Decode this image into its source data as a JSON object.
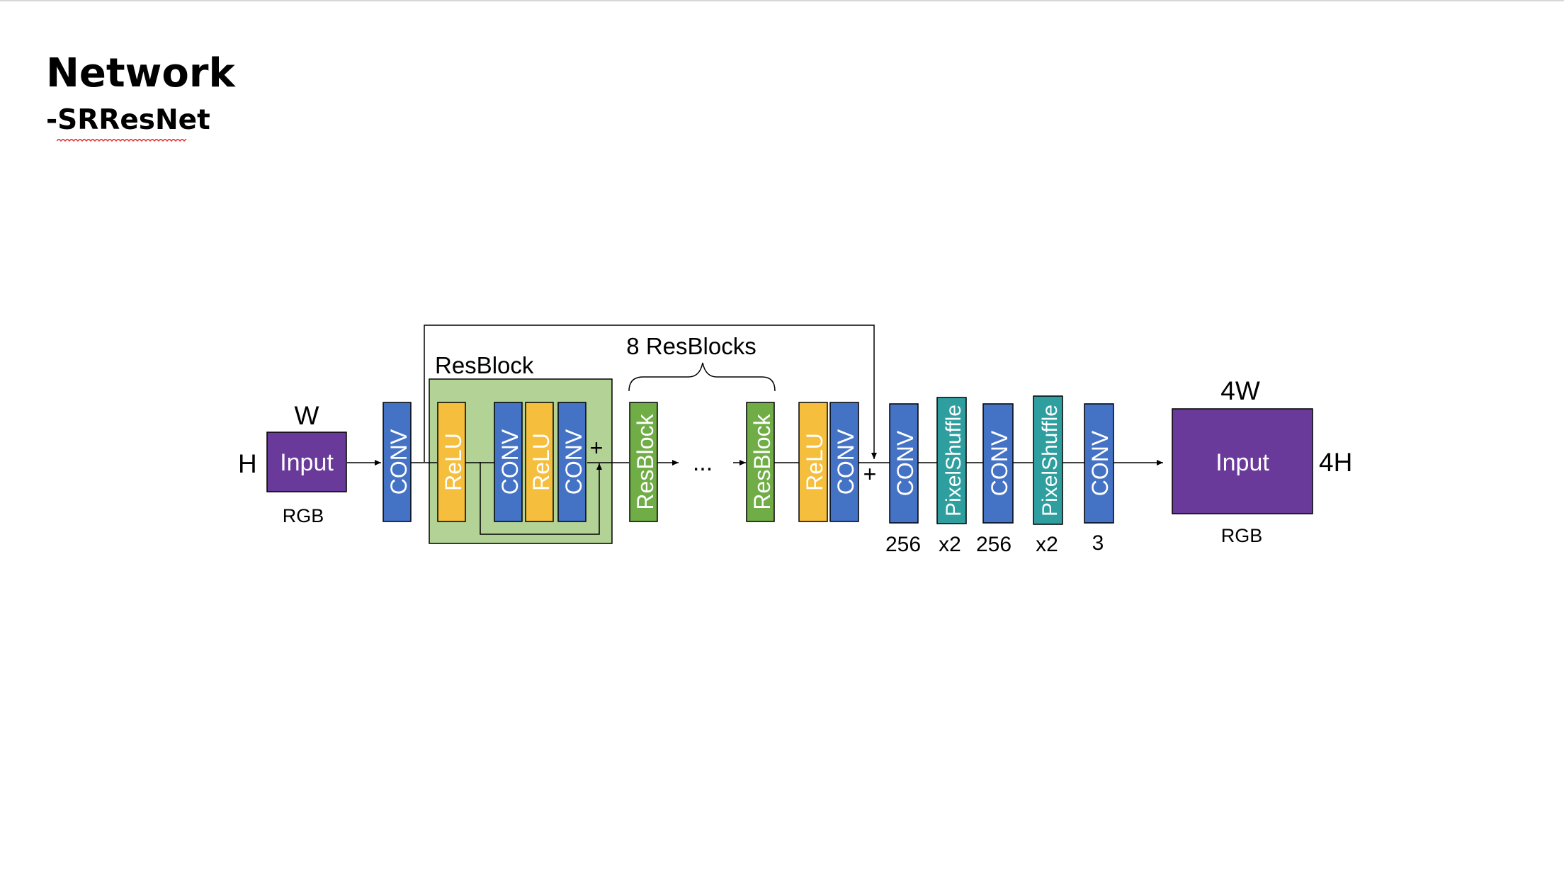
{
  "slide": {
    "title": "Network",
    "subtitle": "-SRResNet"
  },
  "diagram": {
    "input_block": {
      "label": "Input",
      "width_label": "W",
      "height_label": "H",
      "caption": "RGB"
    },
    "output_block": {
      "label": "Input",
      "width_label": "4W",
      "height_label": "4H",
      "caption": "RGB"
    },
    "resblock_group_title": "ResBlock",
    "resblocks_brace_label": "8 ResBlocks",
    "ellipsis": "...",
    "plus_sign": "+",
    "layers": {
      "conv": "CONV",
      "relu": "ReLU",
      "resblock": "ResBlock",
      "pixelshuffle": "PixelShuffle"
    },
    "channel_labels": {
      "conv_1": "256",
      "pixelshuffle_1": "x2",
      "conv_2": "256",
      "pixelshuffle_2": "x2",
      "conv_3": "3"
    }
  },
  "colors": {
    "conv": "#4472C4",
    "relu": "#F5BE3C",
    "resblock": "#70AD47",
    "pixelshuffle": "#2E9E9E",
    "input": "#6A3A9B",
    "resblock_bg": "#B2D296"
  }
}
